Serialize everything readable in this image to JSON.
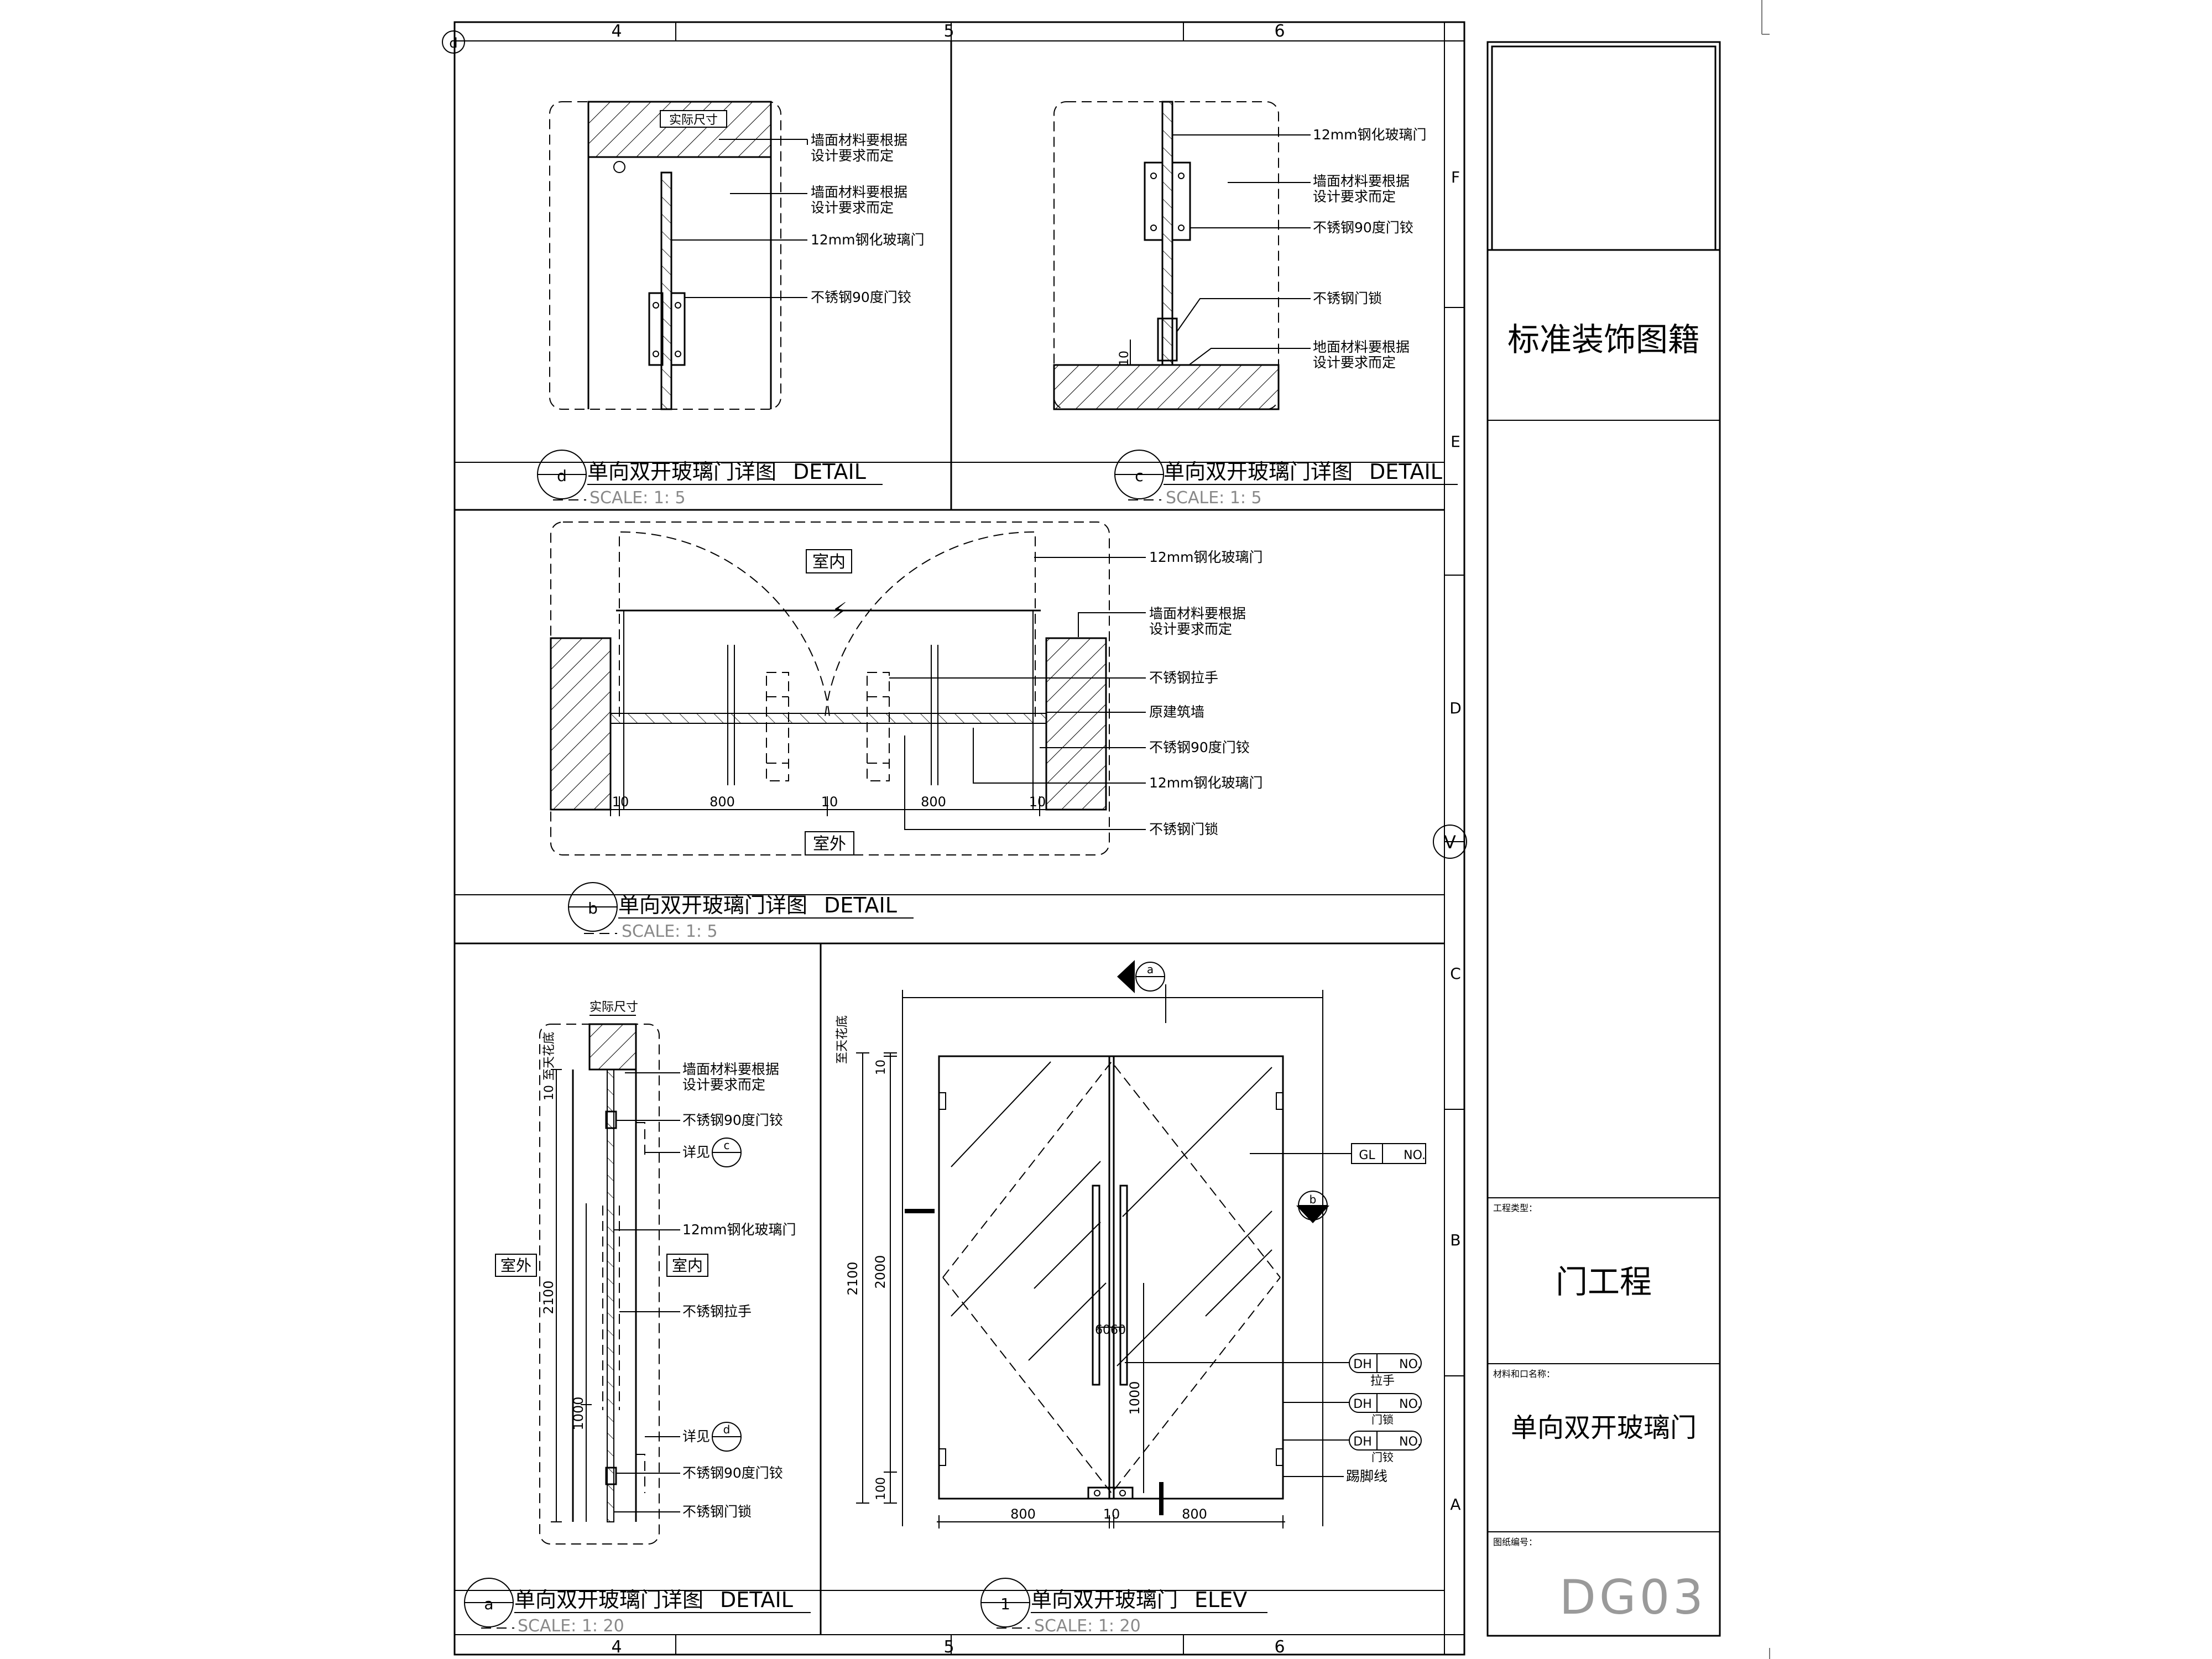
{
  "grid": {
    "columns": [
      "4",
      "5",
      "6"
    ],
    "rows": [
      "F",
      "E",
      "D",
      "C",
      "B",
      "A"
    ],
    "corner_tag": "d",
    "center_mark": "V"
  },
  "detail_d": {
    "tag": "d",
    "title": "单向双开玻璃门详图",
    "title_en": "DETAIL",
    "scale": "SCALE: 1: 5",
    "labels": {
      "actual_size": "实际尺寸",
      "wall_material": "墙面材料要根据\n设计要求而定",
      "glass": "12mm钢化玻璃门",
      "hinge": "不锈钢90度门铰"
    }
  },
  "detail_c": {
    "tag": "c",
    "title": "单向双开玻璃门详图",
    "title_en": "DETAIL",
    "scale": "SCALE: 1: 5",
    "labels": {
      "glass": "12mm钢化玻璃门",
      "wall_material": "墙面材料要根据\n设计要求而定",
      "hinge": "不锈钢90度门铰",
      "lock": "不锈钢门锁",
      "floor_material": "地面材料要根据\n设计要求而定",
      "dim": "10"
    }
  },
  "detail_b": {
    "tag": "b",
    "title": "单向双开玻璃门详图",
    "title_en": "DETAIL",
    "scale": "SCALE: 1: 5",
    "indoor": "室内",
    "outdoor": "室外",
    "labels": {
      "glass_top": "12mm钢化玻璃门",
      "wall_material": "墙面材料要根据\n设计要求而定",
      "handle": "不锈钢拉手",
      "masonry": "原建筑墙",
      "hinge": "不锈钢90度门铰",
      "glass_bottom": "12mm钢化玻璃门",
      "lock": "不锈钢门锁"
    },
    "dims": [
      "10",
      "800",
      "10",
      "800",
      "10"
    ]
  },
  "detail_a": {
    "tag": "a",
    "title": "单向双开玻璃门详图",
    "title_en": "DETAIL",
    "scale": "SCALE: 1: 20",
    "outdoor": "室外",
    "indoor": "室内",
    "actual_size": "实际尺寸",
    "ceiling": "至天花底",
    "labels": {
      "wall_material": "墙面材料要根据\n设计要求而定",
      "hinge_top": "不锈钢90度门铰",
      "see_detail_1": "详见",
      "detail_tag_1": "c",
      "glass": "12mm钢化玻璃门",
      "handle": "不锈钢拉手",
      "see_detail_2": "详见",
      "detail_tag_2": "d",
      "hinge_bottom": "不锈钢90度门铰",
      "lock": "不锈钢门锁"
    },
    "dims": [
      "10",
      "2100",
      "1000"
    ]
  },
  "elevation": {
    "tag": "1",
    "title": "单向双开玻璃门",
    "title_en": "ELEV",
    "scale": "SCALE: 1: 20",
    "ceiling": "至天花底",
    "dims_v": [
      "10",
      "2100",
      "2000",
      "100",
      "1000"
    ],
    "dims_h": [
      "800",
      "10",
      "800"
    ],
    "dims_handle": "6060",
    "section_top": "a",
    "section_right": "b",
    "tags": [
      {
        "code": "GL",
        "no": "NO.",
        "note": ""
      },
      {
        "code": "DH",
        "no": "NO.",
        "note": "拉手"
      },
      {
        "code": "DH",
        "no": "NO.",
        "note": "门锁"
      },
      {
        "code": "DH",
        "no": "NO.",
        "note": "门铰"
      }
    ],
    "skirting": "踢脚线"
  },
  "title_block": {
    "collection": "标准装饰图籍",
    "project_type_label": "工程类型：",
    "project_type": "门工程",
    "material_label": "材料和口名称：",
    "material": "单向双开玻璃门",
    "drawing_no_label": "图纸编号：",
    "drawing_no": "DG03"
  }
}
